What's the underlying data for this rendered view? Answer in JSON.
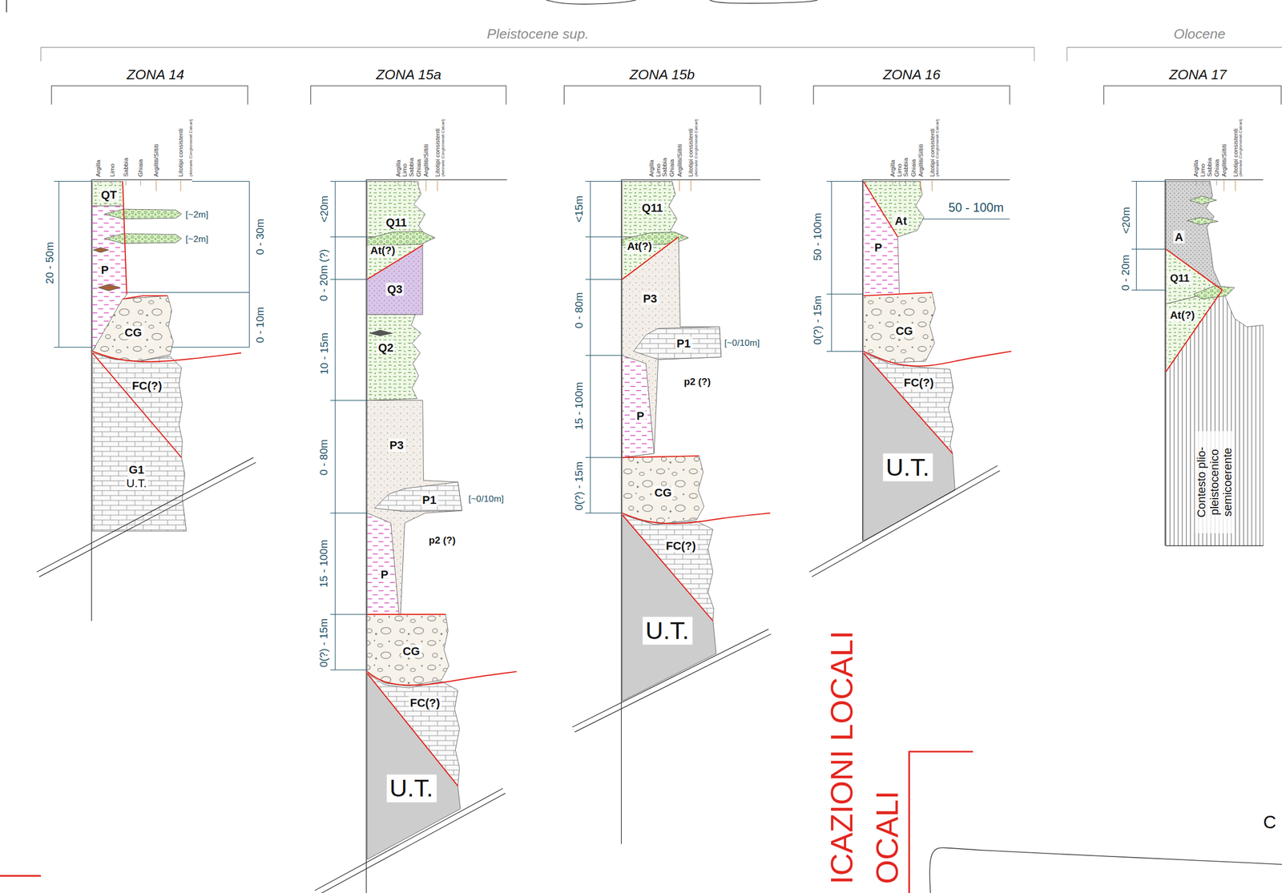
{
  "diagram": {
    "nodes": [
      {
        "text": [
          "QT"
        ]
      },
      {
        "text": [
          "P"
        ]
      },
      {
        "text": [
          "CG"
        ]
      },
      {
        "text": [
          "FC(?)"
        ]
      },
      {
        "text": [
          "G1",
          "U.T."
        ]
      },
      {
        "text": [
          "Q11"
        ]
      },
      {
        "text": [
          "At(?)"
        ]
      },
      {
        "text": [
          "Q3"
        ]
      },
      {
        "text": [
          "Q2"
        ]
      },
      {
        "text": [
          "P3"
        ]
      },
      {
        "text": [
          "P1"
        ]
      },
      {
        "text": [
          "P"
        ]
      },
      {
        "text": [
          "CG"
        ]
      },
      {
        "text": [
          "FC(?)"
        ]
      },
      {
        "text": [
          "U.T."
        ]
      },
      {
        "text": [
          "Q11"
        ]
      },
      {
        "text": [
          "At(?)"
        ]
      },
      {
        "text": [
          "P3"
        ]
      },
      {
        "text": [
          "P1"
        ]
      },
      {
        "text": [
          "P"
        ]
      },
      {
        "text": [
          "CG"
        ]
      },
      {
        "text": [
          "FC(?)"
        ]
      },
      {
        "text": [
          "U.T."
        ]
      },
      {
        "text": [
          "At"
        ]
      },
      {
        "text": [
          "P"
        ]
      },
      {
        "text": [
          "CG"
        ]
      },
      {
        "text": [
          "FC(?)"
        ]
      },
      {
        "text": [
          "U.T."
        ]
      },
      {
        "text": [
          "A"
        ]
      },
      {
        "text": [
          "Q11"
        ]
      },
      {
        "text": [
          "At(?)"
        ]
      },
      {
        "text": [
          "Contesto plio-pleistocenico semicoerente"
        ]
      }
    ],
    "labels": [
      "Pleistocene sup.",
      "Olocene",
      "ZONA 14",
      "ZONA 15a",
      "ZONA 15b",
      "ZONA 16",
      "ZONA 17",
      "Argilla",
      "Limo",
      "Sabbia",
      "Ghiaia",
      "Argilliti/Siltiti",
      "Litotipi consistenti",
      "(Arenarie Conglomerati Calcari)",
      "20 - 50m",
      "0 - 30m",
      "0 - 10m",
      "[~2m]",
      "[~2m]",
      "Argilla",
      "Limo",
      "Sabbia",
      "Ghiaia",
      "Argilliti/Siltiti",
      "Litotipi consistenti",
      "(Arenarie Conglomerati Calcari)",
      "<20m",
      "0 - 20m (?)",
      "10 - 15m",
      "0 - 80m",
      "15 - 100m",
      "0(?) - 15m",
      "[~0/10m]",
      "p2 (?)",
      "Argilla",
      "Limo",
      "Sabbia",
      "Ghiaia",
      "Argilliti/Siltiti",
      "Litotipi consistenti",
      "(Arenarie Conglomerati Calcari)",
      "<15m",
      "0 - 80m",
      "15 - 100m",
      "0(?) - 15m",
      "[~0/10m]",
      "p2 (?)",
      "Argilla",
      "Limo",
      "Sabbia",
      "Ghiaia",
      "Argilliti/Siltiti",
      "Litotipi consistenti",
      "(Arenarie Conglomerati Calcari)",
      "50 - 100m",
      "0(?) - 15m",
      "50 - 100m",
      "Argilla",
      "Limo",
      "Sabbia",
      "Ghiaia",
      "Argilliti/Siltiti",
      "Litotipi consistenti",
      "(Arenarie Conglomerati Calcari)",
      "<20m",
      "0 - 20m",
      "ICAZIONI LOCALI",
      "OCALI",
      "C"
    ]
  }
}
